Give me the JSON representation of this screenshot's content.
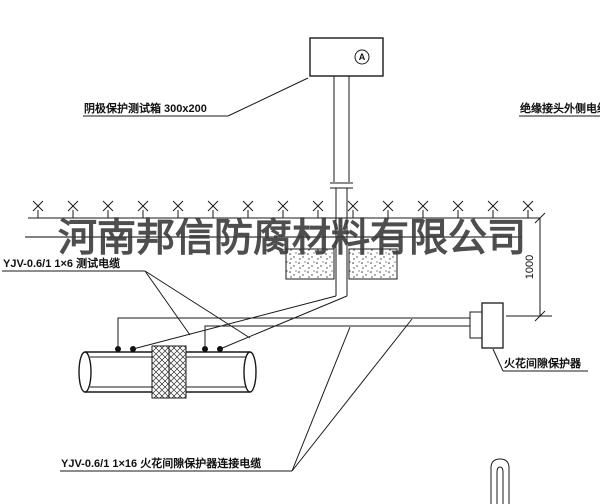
{
  "watermark": {
    "text": "河南邦信防腐材料有限公司"
  },
  "labels": {
    "test_box": "阴极保护测试箱 300x200",
    "outer_cable": "绝缘接头外侧电缆",
    "test_cable": "YJV-0.6/1 1×6  测试电缆",
    "spark_gap_protector": "火花间隙保护器",
    "connection_cable": "YJV-0.6/1 1×16  火花间隙保护器连接电缆",
    "dimension_1000": "1000",
    "meter": "A"
  },
  "colors": {
    "line": "#1a1a1a",
    "watermark": "#3b3b3b",
    "background": "#ffffff"
  }
}
